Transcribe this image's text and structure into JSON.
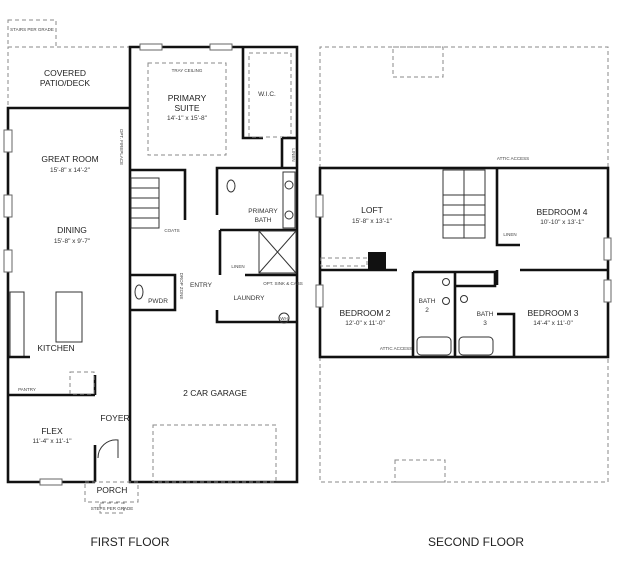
{
  "first_floor": {
    "title": "FIRST FLOOR",
    "rooms": {
      "stairs_grade": "STAIRS PER GRADE",
      "patio_1": "COVERED",
      "patio_2": "PATIO/DECK",
      "tray": "TRAY CEILING",
      "primary_1": "PRIMARY",
      "primary_2": "SUITE",
      "primary_dim": "14'-1\" x 15'-8\"",
      "wic": "W.I.C.",
      "linen_a": "LINEN",
      "fireplace": "OPT. FIREPLACE",
      "great": "GREAT ROOM",
      "great_dim": "15'-8\" x 14'-2\"",
      "coats": "COATS",
      "pbath_1": "PRIMARY",
      "pbath_2": "BATH",
      "linen_b": "LINEN",
      "dining": "DINING",
      "dining_dim": "15'-8\" x 9'-7\"",
      "pwdr": "PWDR",
      "drop": "DROP ZONE",
      "entry": "ENTRY",
      "laundry": "LAUNDRY",
      "opt_sink": "OPT. SINK & CABS",
      "wh": "WH",
      "kitchen": "KITCHEN",
      "pantry": "PANTRY",
      "garage": "2 CAR GARAGE",
      "foyer": "FOYER",
      "flex": "FLEX",
      "flex_dim": "11'-4\" x 11'-1\"",
      "porch": "PORCH",
      "steps_grade": "STEPS PER GRADE"
    }
  },
  "second_floor": {
    "title": "SECOND FLOOR",
    "rooms": {
      "attic_top": "ATTIC ACCESS",
      "loft": "LOFT",
      "loft_dim": "15'-8\" x 13'-1\"",
      "bed4": "BEDROOM 4",
      "bed4_dim": "10'-10\" x 13'-1\"",
      "linen": "LINEN",
      "bath2_1": "BATH",
      "bath2_2": "2",
      "bath3_1": "BATH",
      "bath3_2": "3",
      "bed2": "BEDROOM 2",
      "bed2_dim": "12'-0\" x 11'-0\"",
      "bed3": "BEDROOM 3",
      "bed3_dim": "14'-4\" x 11'-0\"",
      "attic_bottom": "ATTIC ACCESS"
    }
  }
}
